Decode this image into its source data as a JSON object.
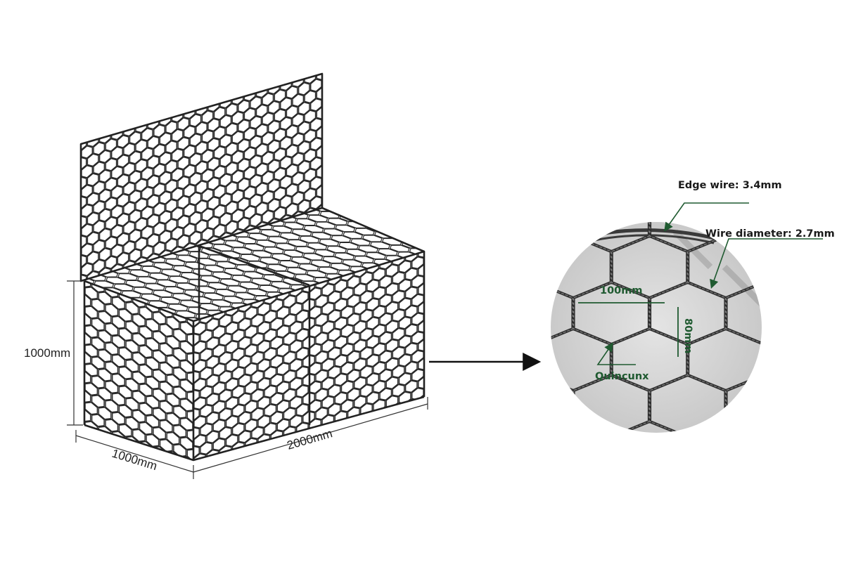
{
  "gabion": {
    "height_label": "1000mm",
    "width_label": "1000mm",
    "length_label": "2000mm"
  },
  "detail": {
    "edge_wire_label": "Edge wire: 3.4mm",
    "wire_diameter_label": "Wire diameter: 2.7mm",
    "mesh_width_label": "100mm",
    "mesh_height_label": "80mm",
    "quincunx_label": "Quincunx"
  },
  "colors": {
    "callout": "#1f5a30",
    "wire": "#2a2a2a",
    "dimension": "#333333"
  }
}
